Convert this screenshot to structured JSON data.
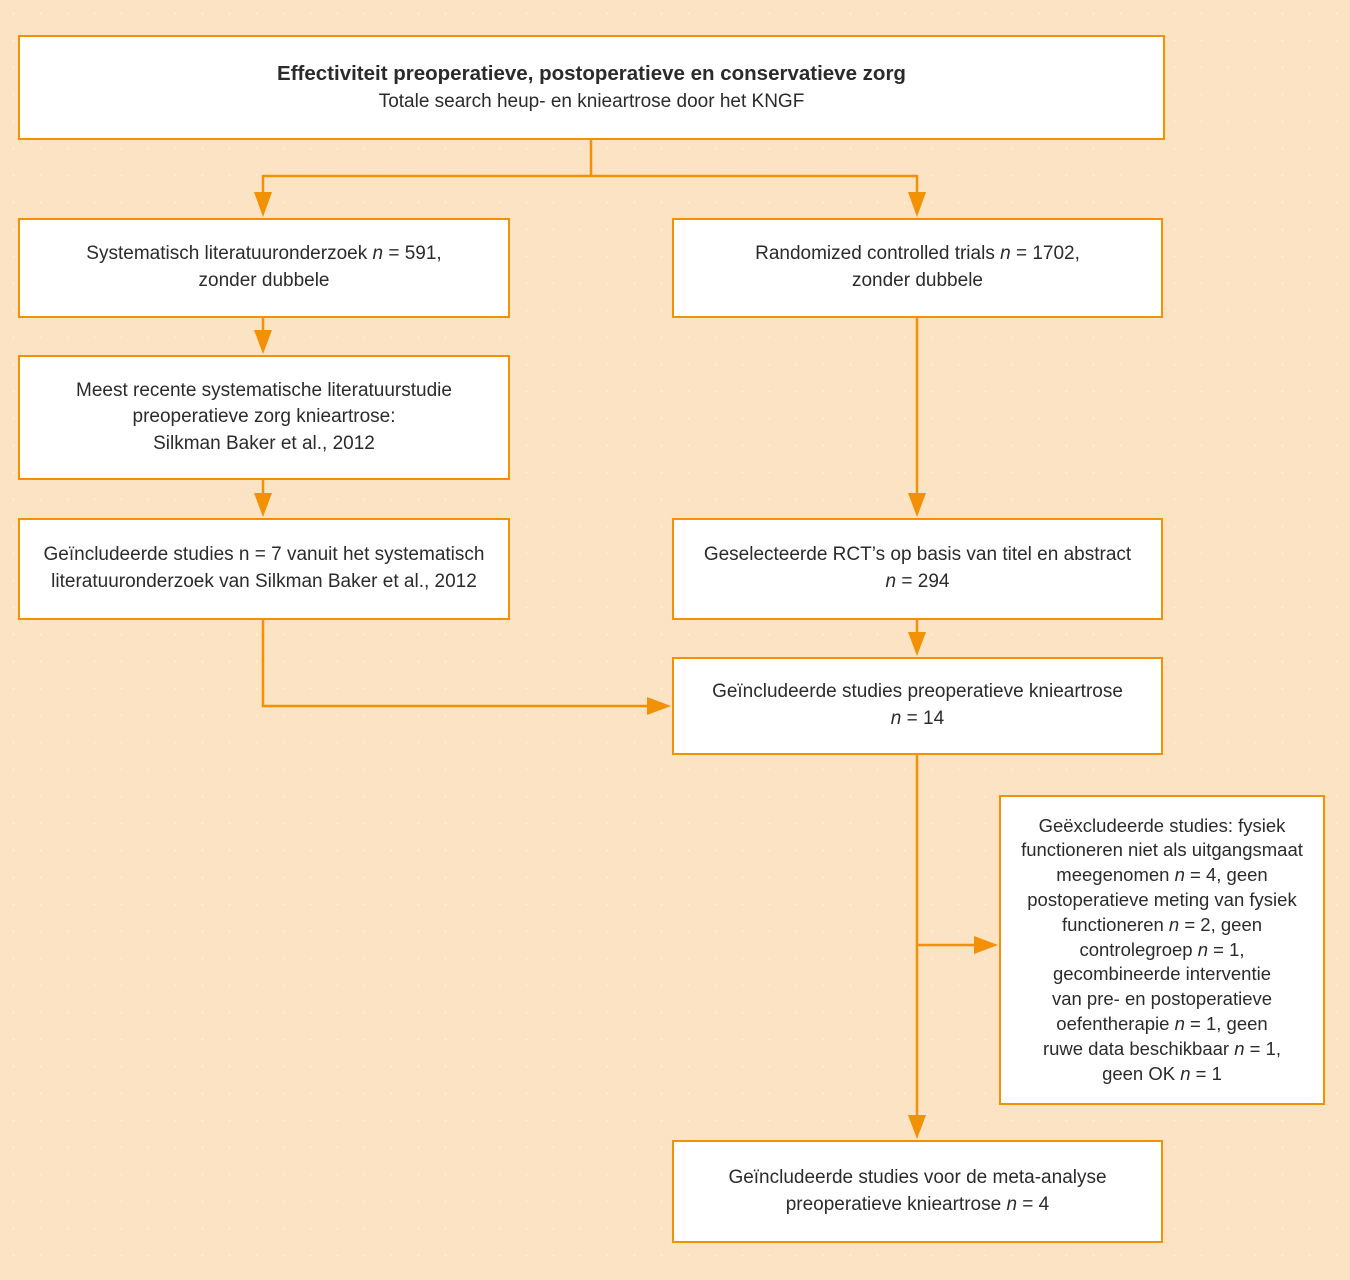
{
  "colors": {
    "background": "#FBE3C3",
    "accent": "#F29104",
    "box_fill": "#FFFFFF",
    "text": "#2B2B2B"
  },
  "flowchart": {
    "title": {
      "lines": [
        [
          {
            "t": "Effectiviteit preoperatieve, postoperatieve en conservatieve zorg",
            "b": true
          }
        ],
        [
          {
            "t": "Totale search heup- en knieartrose door het KNGF"
          }
        ]
      ]
    },
    "systematic": {
      "lines": [
        [
          {
            "t": "Systematisch literatuuronderzoek "
          },
          {
            "t": "n",
            "i": true
          },
          {
            "t": " = 591,"
          }
        ],
        [
          {
            "t": "zonder dubbele"
          }
        ]
      ]
    },
    "rct": {
      "lines": [
        [
          {
            "t": "Randomized controlled trials "
          },
          {
            "t": "n",
            "i": true
          },
          {
            "t": " = 1702,"
          }
        ],
        [
          {
            "t": "zonder dubbele"
          }
        ]
      ]
    },
    "recent_study": {
      "lines": [
        [
          {
            "t": "Meest recente systematische literatuurstudie"
          }
        ],
        [
          {
            "t": "preoperatieve zorg knieartrose:"
          }
        ],
        [
          {
            "t": "Silkman Baker et al., 2012"
          }
        ]
      ]
    },
    "included_7": {
      "lines": [
        [
          {
            "t": "Geïncludeerde studies n = 7 vanuit het systematisch"
          }
        ],
        [
          {
            "t": "literatuuronderzoek van Silkman Baker et al., 2012"
          }
        ]
      ]
    },
    "selected_rct": {
      "lines": [
        [
          {
            "t": "Geselecteerde RCT’s op basis van titel en abstract"
          }
        ],
        [
          {
            "t": "n",
            "i": true
          },
          {
            "t": " = 294"
          }
        ]
      ]
    },
    "included_14": {
      "lines": [
        [
          {
            "t": "Geïncludeerde studies preoperatieve knieartrose"
          }
        ],
        [
          {
            "t": "n",
            "i": true
          },
          {
            "t": " = 14"
          }
        ]
      ]
    },
    "excluded": {
      "lines": [
        [
          {
            "t": "Geëxcludeerde studies: fysiek"
          }
        ],
        [
          {
            "t": "functioneren niet als uitgangsmaat"
          }
        ],
        [
          {
            "t": "meegenomen "
          },
          {
            "t": "n",
            "i": true
          },
          {
            "t": " = 4, geen"
          }
        ],
        [
          {
            "t": "postoperatieve meting van fysiek"
          }
        ],
        [
          {
            "t": "functioneren "
          },
          {
            "t": "n",
            "i": true
          },
          {
            "t": " = 2, geen"
          }
        ],
        [
          {
            "t": "controlegroep "
          },
          {
            "t": "n",
            "i": true
          },
          {
            "t": " = 1,"
          }
        ],
        [
          {
            "t": "gecombineerde interventie"
          }
        ],
        [
          {
            "t": "van pre- en postoperatieve"
          }
        ],
        [
          {
            "t": "oefentherapie "
          },
          {
            "t": "n",
            "i": true
          },
          {
            "t": " = 1, geen"
          }
        ],
        [
          {
            "t": "ruwe data beschikbaar "
          },
          {
            "t": "n",
            "i": true
          },
          {
            "t": " = 1,"
          }
        ],
        [
          {
            "t": "geen OK "
          },
          {
            "t": "n",
            "i": true
          },
          {
            "t": " = 1"
          }
        ]
      ]
    },
    "meta_analysis": {
      "lines": [
        [
          {
            "t": "Geïncludeerde studies voor de meta-analyse"
          }
        ],
        [
          {
            "t": "preoperatieve knieartrose "
          },
          {
            "t": "n",
            "i": true
          },
          {
            "t": " = 4"
          }
        ]
      ]
    }
  }
}
